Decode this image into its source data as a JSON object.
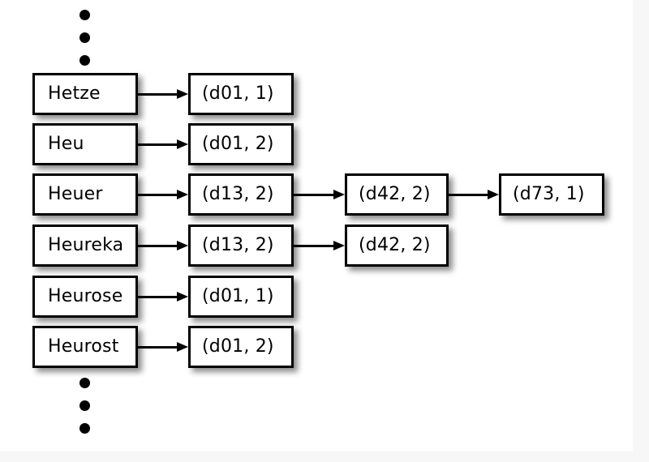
{
  "diagram": {
    "title": "inverted-index-posting-list-diagram",
    "ellipsis_top": [
      "dot",
      "dot",
      "dot"
    ],
    "ellipsis_bottom": [
      "dot",
      "dot",
      "dot"
    ],
    "rows": [
      {
        "term": "Hetze",
        "posting": "(d01, 1)",
        "chain": []
      },
      {
        "term": "Heu",
        "posting": "(d01, 2)",
        "chain": []
      },
      {
        "term": "Heuer",
        "posting": "(d13, 2)",
        "chain": [
          "(d42, 2)",
          "(d73, 1)"
        ]
      },
      {
        "term": "Heureka",
        "posting": "(d13, 2)",
        "chain": [
          "(d42, 2)"
        ]
      },
      {
        "term": "Heurose",
        "posting": "(d01, 1)",
        "chain": []
      },
      {
        "term": "Heurost",
        "posting": "(d01, 2)",
        "chain": []
      }
    ],
    "colors": {
      "page_background": "#f7f7f7",
      "canvas_background": "#ffffff",
      "box_fill": "#ffffff",
      "box_border": "#000000",
      "text": "#000000",
      "arrow": "#000000"
    }
  }
}
